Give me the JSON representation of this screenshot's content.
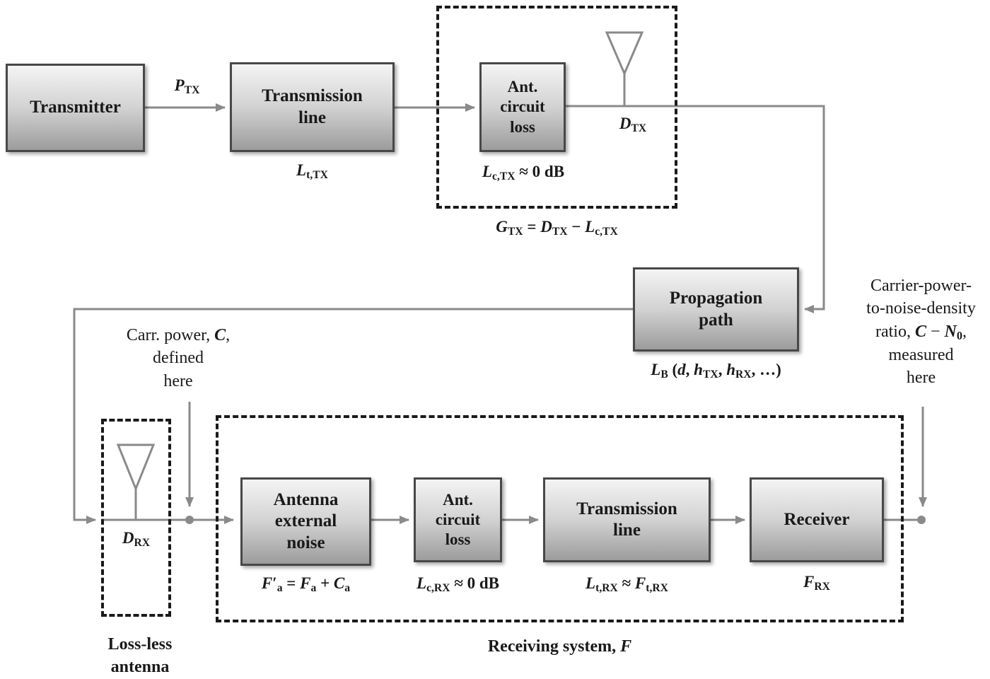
{
  "diagram": {
    "title_hint": "Link budget block diagram",
    "colors": {
      "wire": "#8a8a8a",
      "box_border": "#484848",
      "dashed_border": "#1a1a1a",
      "box_fill_top": "#f4f4f4",
      "box_fill_bottom": "#9c9c9c"
    },
    "nodes": {
      "transmitter": "Transmitter",
      "tx_line": [
        "Transmission",
        "line"
      ],
      "tx_ant_loss": [
        "Ant.",
        "circuit",
        "loss"
      ],
      "propagation": [
        "Propagation",
        "path"
      ],
      "ant_ext_noise": [
        "Antenna",
        "external",
        "noise"
      ],
      "rx_ant_loss": [
        "Ant.",
        "circuit",
        "loss"
      ],
      "rx_line": [
        "Transmission",
        "line"
      ],
      "receiver": "Receiver"
    },
    "math": {
      "p_tx": "*P*_{TX}",
      "l_t_tx": "*L*_{t,TX}",
      "l_c_tx": "*L*_{c,TX} ≈ 0 dB",
      "d_tx": "*D*_{TX}",
      "g_tx": "*G*_{TX} = *D*_{TX} − *L*_{c,TX}",
      "l_b": "*L*_{B} (*d*, *h*_{TX}, *h*_{RX}, …)",
      "d_rx": "*D*_{RX}",
      "f_a": "*F*′_{a} = *F*_{a} + *C*_{a}",
      "l_c_rx": "*L*_{c,RX} ≈ 0 dB",
      "l_t_rx": "*L*_{t,RX} ≈ *F*_{t,RX}",
      "f_rx": "*F*_{RX}"
    },
    "annotations": {
      "carr_power": [
        "Carr. power, *C*,",
        "defined",
        "here"
      ],
      "cn0": [
        "Carrier-power-",
        "to-noise-density",
        "ratio, *C* − *N*_{0},",
        "measured",
        "here"
      ],
      "loss_less": [
        "Loss-less",
        "antenna"
      ],
      "receiving_system": "Receiving system, *F*"
    }
  }
}
